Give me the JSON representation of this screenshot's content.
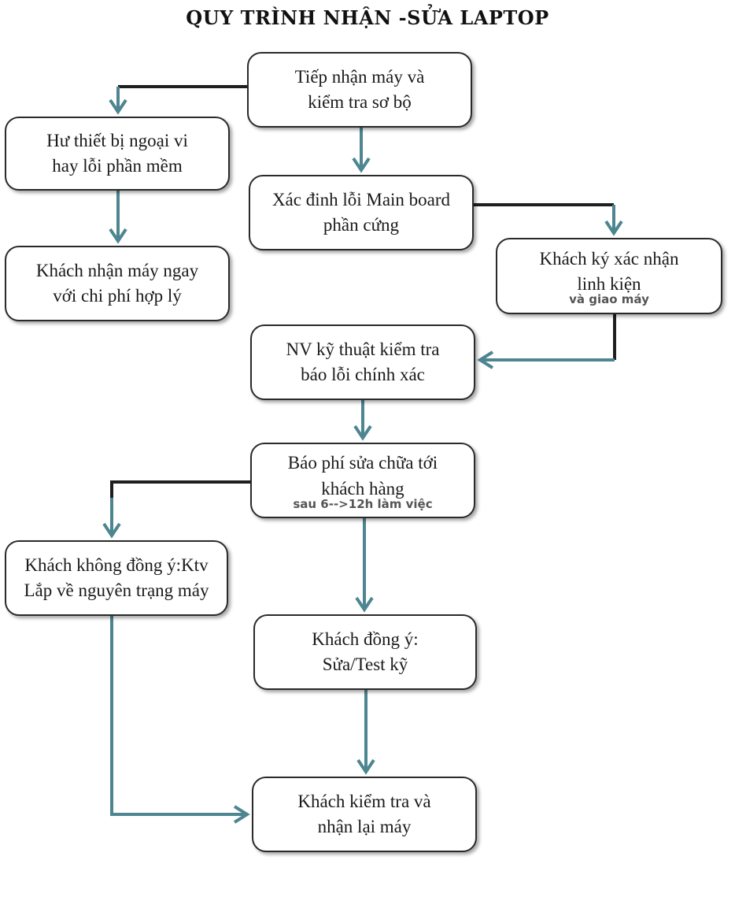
{
  "title": "QUY TRÌNH NHẬN -SỬA  LAPTOP",
  "colors": {
    "arrow": "#4d8590",
    "border": "#2a2a2a",
    "connector_dark": "#1f1f1f"
  },
  "steps": {
    "receive": {
      "lines": [
        "Tiếp nhận máy và",
        "kiểm tra sơ bộ"
      ]
    },
    "peripheral": {
      "lines": [
        "Hư thiết bị ngoại vi",
        "hay lỗi phần mềm"
      ]
    },
    "mainboard": {
      "lines": [
        "Xác đinh lỗi Main board",
        "phần cứng"
      ]
    },
    "pickup_fee": {
      "lines": [
        "Khách nhận máy ngay",
        "với chi phí hợp lý"
      ]
    },
    "sign_confirm": {
      "lines": [
        "Khách ký xác nhận",
        "linh kiện"
      ],
      "note": "và giao máy"
    },
    "tech_check": {
      "lines": [
        "NV kỹ thuật kiểm tra",
        "báo lỗi chính xác"
      ]
    },
    "quote": {
      "lines": [
        "Báo phí sửa chữa tới",
        "khách hàng"
      ],
      "note": "sau 6-->12h làm việc"
    },
    "decline": {
      "lines": [
        "Khách không đồng ý:Ktv",
        "Lắp về nguyên trạng máy"
      ]
    },
    "agree": {
      "lines": [
        "Khách đồng ý:",
        "Sửa/Test kỹ"
      ]
    },
    "final": {
      "lines": [
        "Khách kiểm tra và",
        "nhận lại máy"
      ]
    }
  }
}
